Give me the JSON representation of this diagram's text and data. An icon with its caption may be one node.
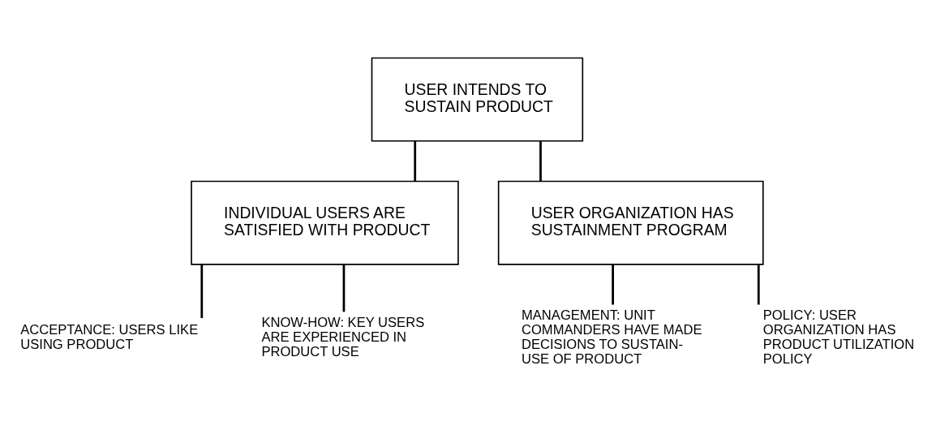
{
  "diagram": {
    "nodes": [
      {
        "text": [
          "USER INTENDS TO SUSTAIN PRODUCT"
        ]
      },
      {
        "text": [
          "INDIVIDUAL USERS ARE SATISFIED WITH PRODUCT"
        ]
      },
      {
        "text": [
          "USER ORGANIZATION HAS SUSTAINMENT PROGRAM"
        ]
      },
      {
        "text": [
          "ACCEPTANCE: USERS LIKE USING PRODUCT"
        ]
      },
      {
        "text": [
          "KNOW-HOW: KEY USERS ARE EXPERIENCED IN PRODUCT USE"
        ]
      },
      {
        "text": [
          "MANAGEMENT: UNIT COMMANDERS HAVE MADE DECISIONS TO SUSTAIN-USE OF PRODUCT"
        ]
      },
      {
        "text": [
          "POLICY: USER ORGANIZATION HAS PRODUCT UTILIZATION POLICY"
        ]
      }
    ],
    "edges": [
      {
        "from": 0,
        "to": 1,
        "arrow": "none"
      },
      {
        "from": 0,
        "to": 2,
        "arrow": "none"
      },
      {
        "from": 1,
        "to": 3,
        "arrow": "none"
      },
      {
        "from": 1,
        "to": 4,
        "arrow": "none"
      },
      {
        "from": 2,
        "to": 5,
        "arrow": "none"
      },
      {
        "from": 2,
        "to": 6,
        "arrow": "none"
      }
    ]
  }
}
